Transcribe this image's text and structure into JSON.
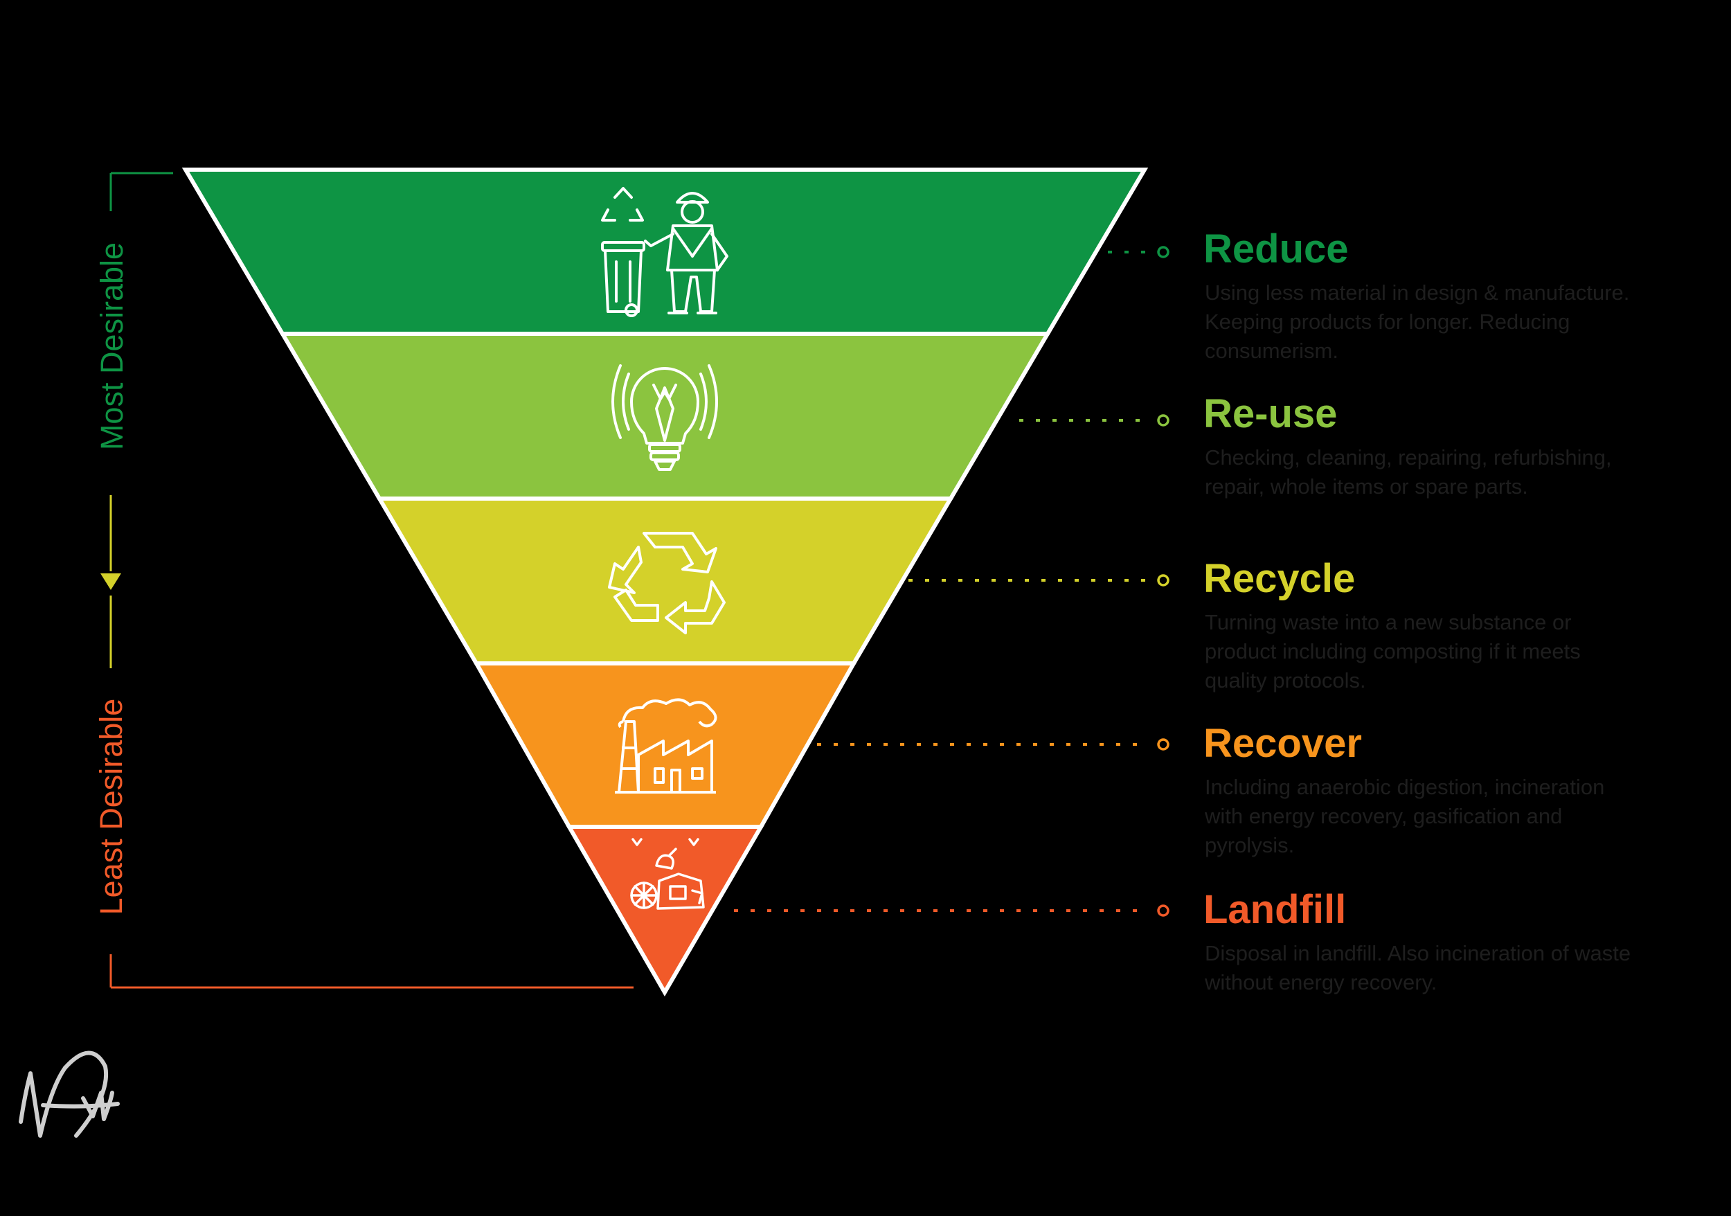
{
  "side_labels": {
    "top": "Most Desirable",
    "bottom": "Least Desirable"
  },
  "tiers": [
    {
      "title": "Reduce",
      "description": "Using less material in design & manufacture. Keeping products for longer. Reducing consumerism.",
      "color": "#0e9444",
      "icon": "bin-worker-recycle-icon"
    },
    {
      "title": "Re-use",
      "description": "Checking, cleaning, repairing, refurbishing, repair, whole items or spare parts.",
      "color": "#8bc43f",
      "icon": "lightbulb-icon"
    },
    {
      "title": "Recycle",
      "description": "Turning waste into a new substance or product including composting if it meets quality protocols.",
      "color": "#d4d12a",
      "icon": "recycle-arrows-icon"
    },
    {
      "title": "Recover",
      "description": "Including anaerobic digestion, incineration with energy recovery, gasification and pyrolysis.",
      "color": "#f7941d",
      "icon": "factory-icon"
    },
    {
      "title": "Landfill",
      "description": "Disposal in landfill. Also incineration of waste without energy recovery.",
      "color": "#f15a29",
      "icon": "landfill-pile-icon"
    }
  ],
  "colors": {
    "background": "#000000",
    "outline": "#ffffff",
    "bracket_top": "#0e9444",
    "bracket_mid": "#d4d12a",
    "bracket_bottom": "#f15a29"
  },
  "signature": "NJ"
}
